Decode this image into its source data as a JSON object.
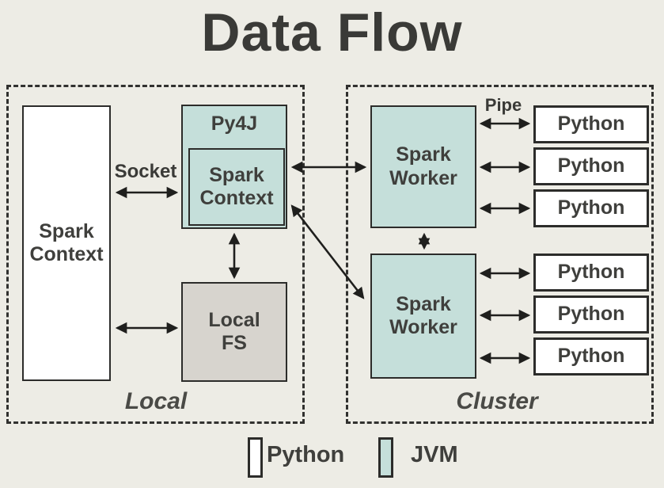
{
  "title": "Data Flow",
  "colors": {
    "background": "#edece5",
    "jvm_fill": "#c5dfda",
    "python_fill": "#ffffff",
    "local_fs_fill": "#d7d4ce",
    "line": "#2c2c2a"
  },
  "local_group": {
    "label": "Local",
    "driver_spark_context": "Spark Context",
    "py4j": "Py4J",
    "py4j_spark_context": "Spark Context",
    "local_fs": "Local FS",
    "socket_edge_label": "Socket"
  },
  "cluster_group": {
    "label": "Cluster",
    "pipe_edge_label": "Pipe",
    "workers": [
      {
        "label": "Spark Worker",
        "python_processes": [
          "Python",
          "Python",
          "Python"
        ]
      },
      {
        "label": "Spark Worker",
        "python_processes": [
          "Python",
          "Python",
          "Python"
        ]
      }
    ]
  },
  "legend": [
    {
      "label": "Python",
      "color": "#ffffff"
    },
    {
      "label": "JVM",
      "color": "#c5dfda"
    }
  ]
}
